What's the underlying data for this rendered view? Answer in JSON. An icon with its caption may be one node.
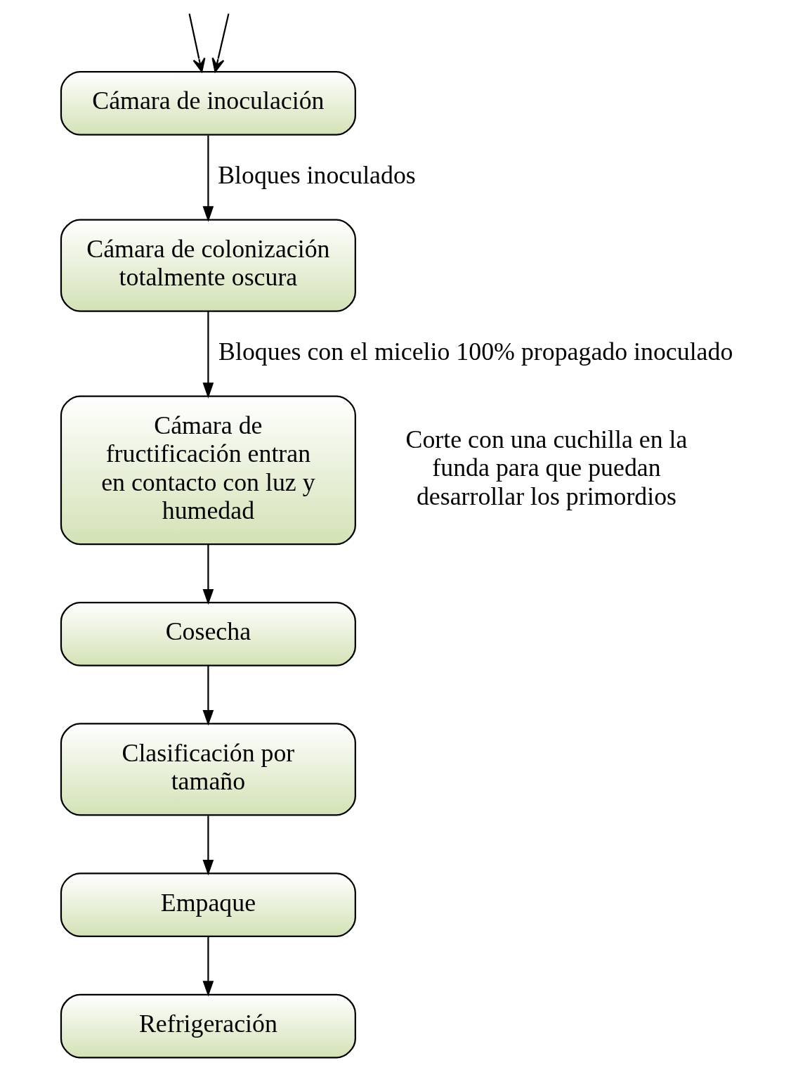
{
  "diagram": {
    "nodes": [
      {
        "text": [
          "Cámara de inoculación"
        ]
      },
      {
        "text": [
          "Cámara de colonización totalmente oscura"
        ]
      },
      {
        "text": [
          "Cámara de fructificación entran en contacto con luz y humedad"
        ],
        "beside": [
          "Corte con una cuchilla en la funda para que puedan desarrollar los primordios"
        ]
      },
      {
        "text": [
          "Cosecha"
        ]
      },
      {
        "text": [
          "Clasificación por tamaño"
        ]
      },
      {
        "text": [
          "Empaque"
        ]
      },
      {
        "text": [
          "Refrigeración"
        ]
      }
    ],
    "edges": [
      {
        "from": null,
        "to": 0,
        "arrow": "to"
      },
      {
        "from": null,
        "to": 0,
        "arrow": "to"
      },
      {
        "from": 0,
        "to": 1,
        "arrow": "to",
        "label": "Bloques inoculados"
      },
      {
        "from": 1,
        "to": 2,
        "arrow": "to",
        "label": "Bloques con el micelio 100% propagado inoculado"
      },
      {
        "from": 2,
        "to": 3,
        "arrow": "to"
      },
      {
        "from": 3,
        "to": 4,
        "arrow": "to"
      },
      {
        "from": 4,
        "to": 5,
        "arrow": "to"
      },
      {
        "from": 5,
        "to": 6,
        "arrow": "to"
      }
    ]
  }
}
